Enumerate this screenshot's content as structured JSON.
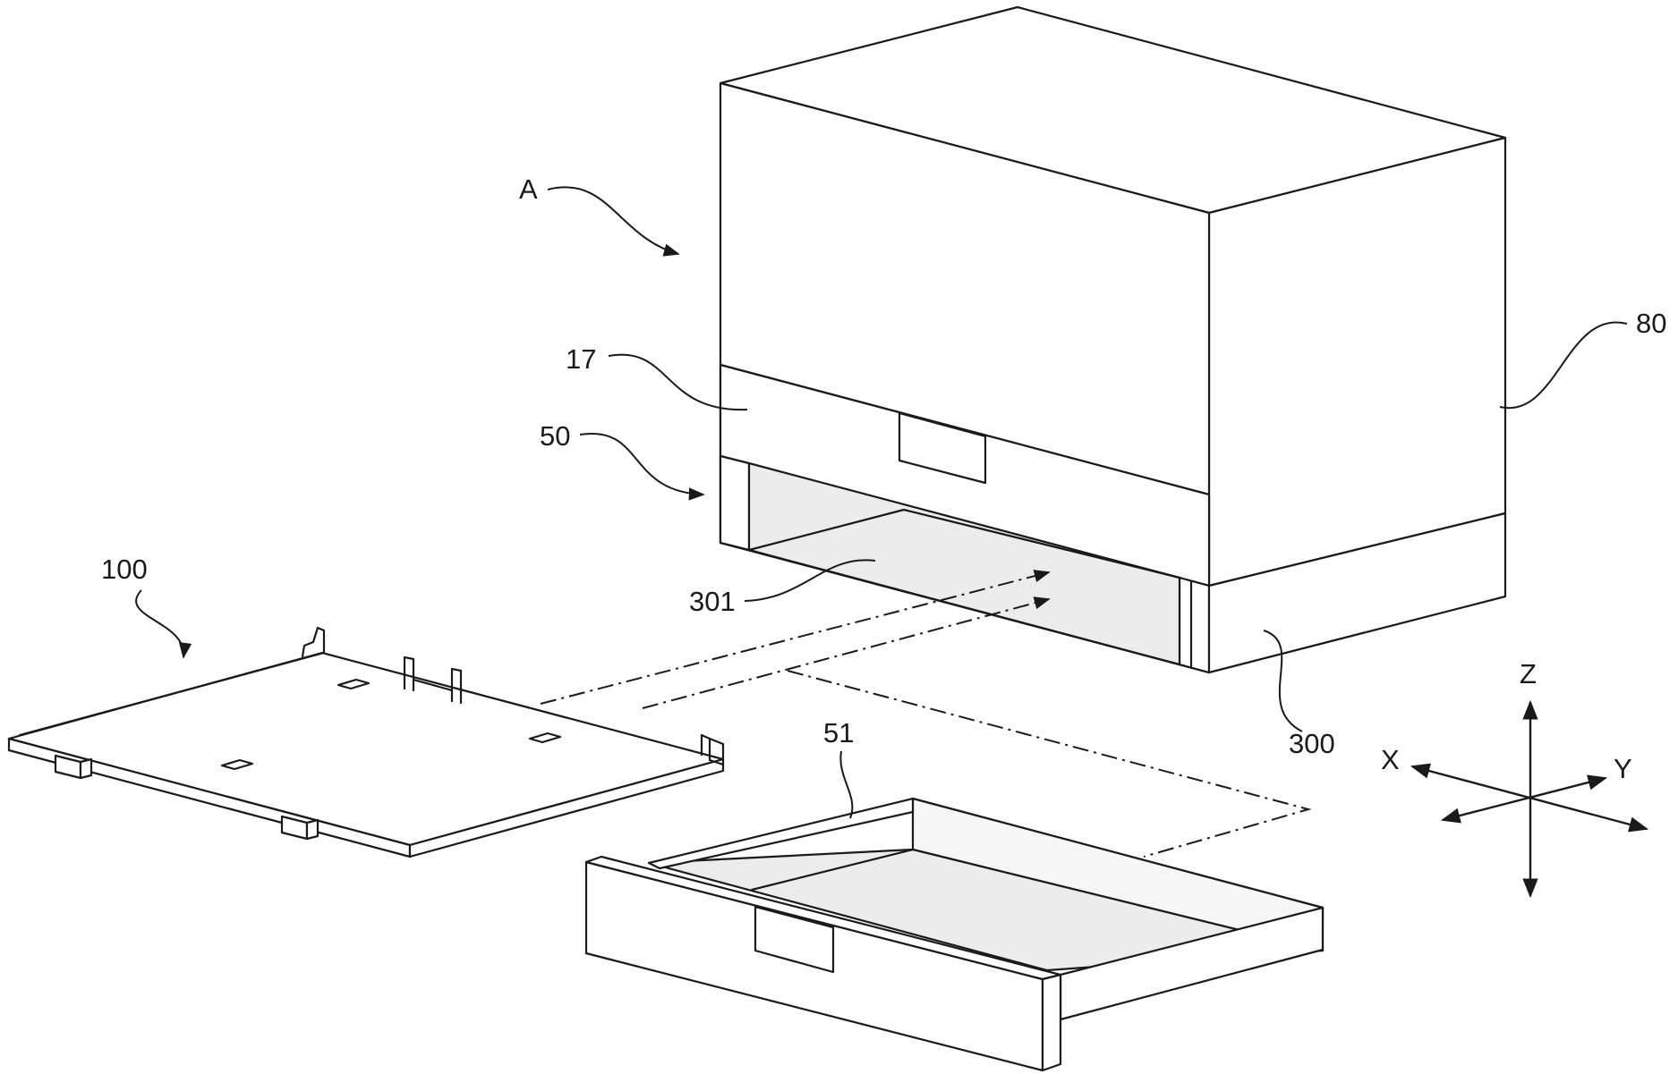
{
  "labels": {
    "A": "A",
    "ref_80": "80",
    "ref_17": "17",
    "ref_50": "50",
    "ref_301": "301",
    "ref_300": "300",
    "ref_100": "100",
    "ref_51": "51"
  },
  "axes": {
    "x": "X",
    "y": "Y",
    "z": "Z"
  },
  "colors": {
    "line": "#1a1a1a",
    "background": "#ffffff"
  }
}
